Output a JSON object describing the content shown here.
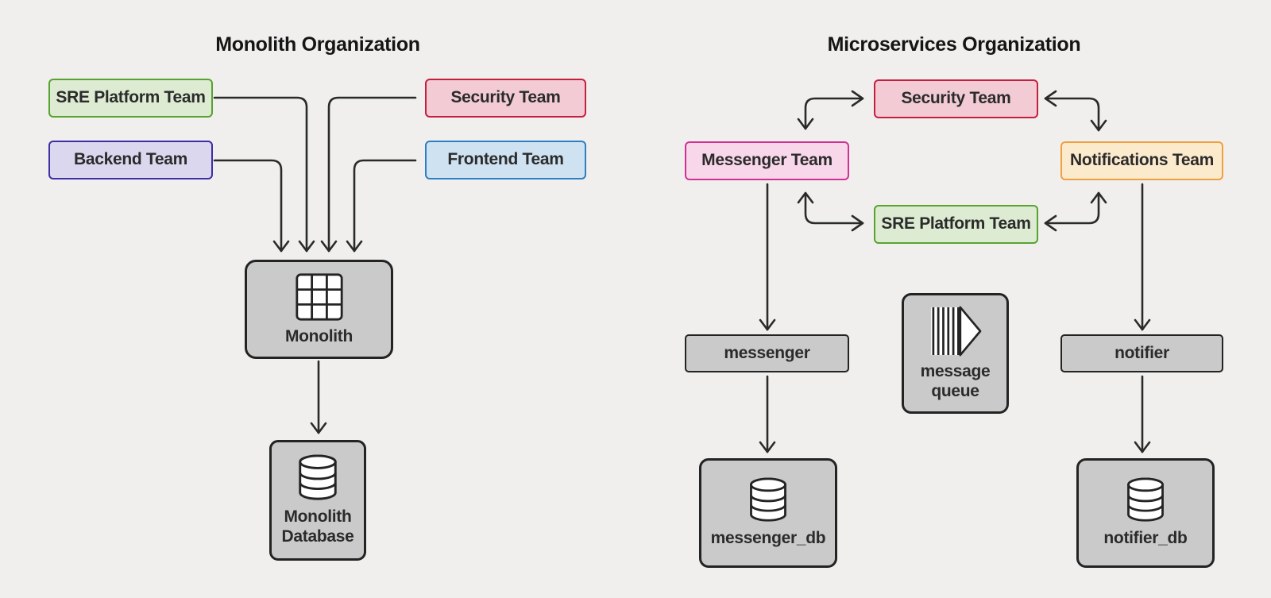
{
  "background": "#f0efed",
  "line_color": "#2a2a2a",
  "left_panel": {
    "title": "Monolith Organization",
    "nodes": {
      "sre_platform_team": {
        "label": "SRE Platform Team",
        "fill": "#dcebd1",
        "border": "#58a22f"
      },
      "backend_team": {
        "label": "Backend Team",
        "fill": "#dbd7ef",
        "border": "#3d2fa5"
      },
      "security_team": {
        "label": "Security Team",
        "fill": "#f2cbd4",
        "border": "#c51f3f"
      },
      "frontend_team": {
        "label": "Frontend Team",
        "fill": "#cee2f2",
        "border": "#2e7fc2"
      },
      "monolith": {
        "label": "Monolith",
        "fill": "#cbcaca",
        "border": "#232323",
        "icon": "grid-icon"
      },
      "monolith_database": {
        "label": "Monolith\nDatabase",
        "fill": "#cbcaca",
        "border": "#232323",
        "icon": "database-icon"
      }
    },
    "edges": [
      {
        "from": "SRE Platform Team",
        "to": "Monolith",
        "type": "arrow"
      },
      {
        "from": "Backend Team",
        "to": "Monolith",
        "type": "arrow"
      },
      {
        "from": "Security Team",
        "to": "Monolith",
        "type": "arrow"
      },
      {
        "from": "Frontend Team",
        "to": "Monolith",
        "type": "arrow"
      },
      {
        "from": "Monolith",
        "to": "Monolith Database",
        "type": "arrow"
      }
    ]
  },
  "right_panel": {
    "title": "Microservices Organization",
    "nodes": {
      "security_team": {
        "label": "Security Team",
        "fill": "#f2cbd4",
        "border": "#c51f3f"
      },
      "messenger_team": {
        "label": "Messenger Team",
        "fill": "#f8d7ea",
        "border": "#d13094"
      },
      "notifications_team": {
        "label": "Notifications Team",
        "fill": "#fceacd",
        "border": "#efa040"
      },
      "sre_platform_team": {
        "label": "SRE Platform Team",
        "fill": "#dcebd1",
        "border": "#58a22f"
      },
      "messenger": {
        "label": "messenger",
        "fill": "#cbcaca",
        "border": "#232323"
      },
      "message_queue": {
        "label": "message\nqueue",
        "fill": "#cbcaca",
        "border": "#232323",
        "icon": "queue-icon"
      },
      "notifier": {
        "label": "notifier",
        "fill": "#cbcaca",
        "border": "#232323"
      },
      "messenger_db": {
        "label": "messenger_db",
        "fill": "#cbcaca",
        "border": "#232323",
        "icon": "database-icon"
      },
      "notifier_db": {
        "label": "notifier_db",
        "fill": "#cbcaca",
        "border": "#232323",
        "icon": "database-icon"
      }
    },
    "edges": [
      {
        "from": "Messenger Team",
        "to": "Security Team",
        "type": "bidirectional"
      },
      {
        "from": "Security Team",
        "to": "Notifications Team",
        "type": "bidirectional"
      },
      {
        "from": "Messenger Team",
        "to": "SRE Platform Team",
        "type": "bidirectional"
      },
      {
        "from": "SRE Platform Team",
        "to": "Notifications Team",
        "type": "bidirectional"
      },
      {
        "from": "Messenger Team",
        "to": "messenger",
        "type": "arrow"
      },
      {
        "from": "messenger",
        "to": "messenger_db",
        "type": "arrow"
      },
      {
        "from": "Notifications Team",
        "to": "notifier",
        "type": "arrow"
      },
      {
        "from": "notifier",
        "to": "notifier_db",
        "type": "arrow"
      }
    ]
  }
}
